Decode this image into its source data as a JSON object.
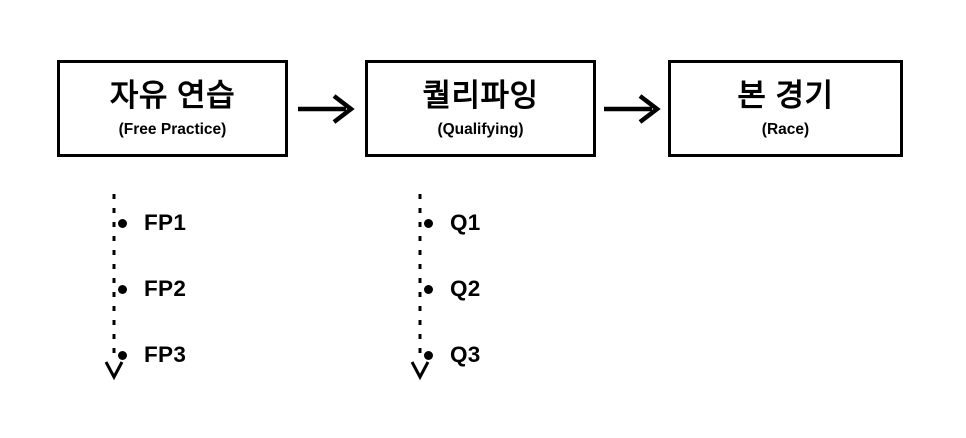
{
  "diagram": {
    "type": "flow",
    "background_color": "#ffffff",
    "line_color": "#000000",
    "text_color": "#000000",
    "stages": [
      {
        "id": "free-practice",
        "title": "자유 연습",
        "subtitle": "(Free Practice)",
        "substeps": [
          "FP1",
          "FP2",
          "FP3"
        ]
      },
      {
        "id": "qualifying",
        "title": "퀄리파잉",
        "subtitle": "(Qualifying)",
        "substeps": [
          "Q1",
          "Q2",
          "Q3"
        ]
      },
      {
        "id": "race",
        "title": "본 경기",
        "subtitle": "(Race)",
        "substeps": []
      }
    ],
    "connectors": [
      {
        "id": "free-practice-to-qualifying",
        "glyph": "arrow-right-icon",
        "style": "solid"
      },
      {
        "id": "qualifying-to-race",
        "glyph": "arrow-right-icon",
        "style": "solid"
      }
    ],
    "substep_tracks": [
      {
        "id": "free-practice-track",
        "glyph": "arrow-down-icon",
        "style": "dashed"
      },
      {
        "id": "qualifying-track",
        "glyph": "arrow-down-icon",
        "style": "dashed"
      }
    ]
  }
}
